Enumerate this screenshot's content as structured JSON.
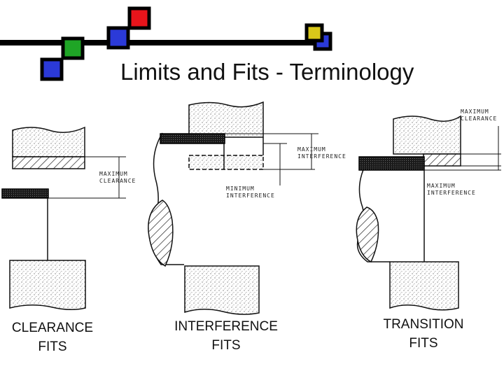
{
  "slide": {
    "title": "Limits and Fits - Terminology",
    "accent_colors": {
      "red": "#e8141b",
      "blue": "#2b3ad8",
      "green": "#1fa526",
      "yellow": "#d9c81a",
      "black": "#000000"
    }
  },
  "panels": {
    "clearance": {
      "caption_line1": "CLEARANCE",
      "caption_line2": "FITS",
      "label_max_1": "MAXIMUM",
      "label_max_2": "CLEARANCE"
    },
    "interference": {
      "caption_line1": "INTERFERENCE",
      "caption_line2": "FITS",
      "label_max_1": "MAXIMUM",
      "label_max_2": "INTERFERENCE",
      "label_min_1": "MINIMUM",
      "label_min_2": "INTERFERENCE"
    },
    "transition": {
      "caption_line1": "TRANSITION",
      "caption_line2": "FITS",
      "label_max_clear_1": "MAXIMUM",
      "label_max_clear_2": "CLEARANCE",
      "label_max_int_1": "MAXIMUM",
      "label_max_int_2": "INTERFERENCE"
    }
  }
}
